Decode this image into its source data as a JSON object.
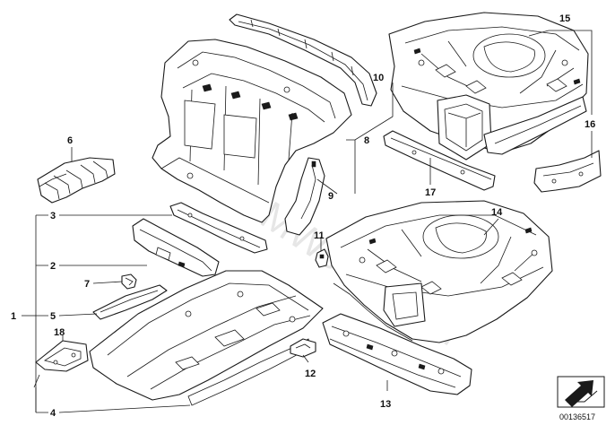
{
  "diagram": {
    "reference_number": "00136517",
    "watermark": "www.BMWsiteros.pl",
    "callouts": [
      {
        "id": "c1",
        "label": "1"
      },
      {
        "id": "c2",
        "label": "2"
      },
      {
        "id": "c3",
        "label": "3"
      },
      {
        "id": "c4",
        "label": "4"
      },
      {
        "id": "c5",
        "label": "5"
      },
      {
        "id": "c6",
        "label": "6"
      },
      {
        "id": "c7",
        "label": "7"
      },
      {
        "id": "c8",
        "label": "8"
      },
      {
        "id": "c9",
        "label": "9"
      },
      {
        "id": "c10",
        "label": "10"
      },
      {
        "id": "c11",
        "label": "11"
      },
      {
        "id": "c12",
        "label": "12"
      },
      {
        "id": "c13",
        "label": "13"
      },
      {
        "id": "c14",
        "label": "14"
      },
      {
        "id": "c15",
        "label": "15"
      },
      {
        "id": "c16",
        "label": "16"
      },
      {
        "id": "c17",
        "label": "17"
      },
      {
        "id": "c18",
        "label": "18"
      }
    ]
  }
}
